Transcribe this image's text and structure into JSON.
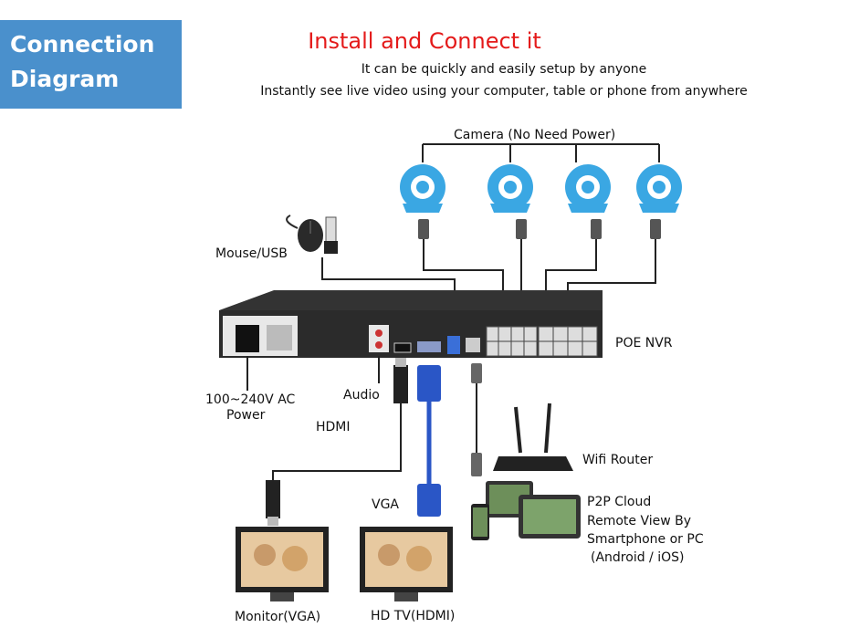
{
  "badge": {
    "line1": "Connection",
    "line2": "Diagram"
  },
  "header": {
    "title": "Install and Connect it",
    "subtitle1": "It can be quickly and easily setup by anyone",
    "subtitle2": "Instantly see live video using your computer, table or phone from anywhere"
  },
  "labels": {
    "camera": "Camera (No Need Power)",
    "mouse_usb": "Mouse/USB",
    "poe_nvr": "POE NVR",
    "power_line1": "100~240V AC",
    "power_line2": "Power",
    "audio": "Audio",
    "hdmi": "HDMI",
    "vga": "VGA",
    "wifi_router": "Wifi Router",
    "p2p_line1": "P2P Cloud",
    "p2p_line2": "Remote View By",
    "p2p_line3": "Smartphone or PC",
    "p2p_line4": "(Android / iOS)",
    "monitor": "Monitor(VGA)",
    "hdtv": "HD TV(HDMI)"
  },
  "colors": {
    "badge": "#4a90cc",
    "title": "#e41a1a",
    "camera": "#3aa7e3",
    "vga_cable": "#2a56c6",
    "nvr_body": "#2b2b2b"
  }
}
